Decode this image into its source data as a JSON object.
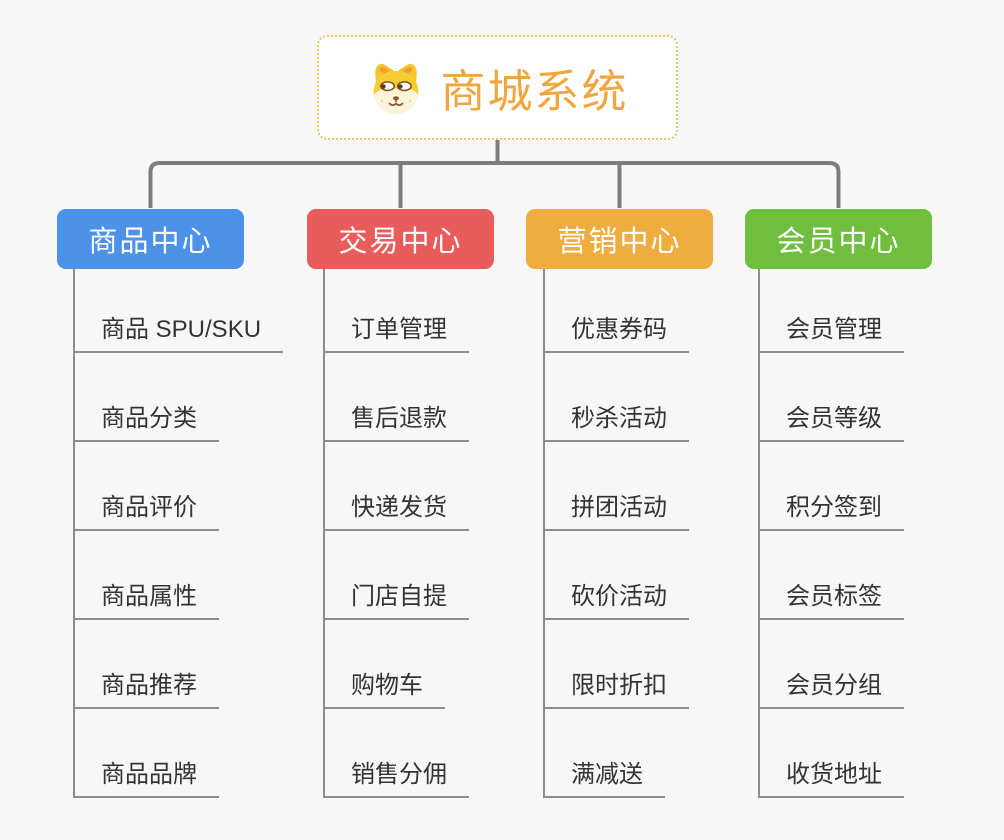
{
  "root": {
    "title": "商城系统",
    "icon": "dog-face-icon"
  },
  "branches": [
    {
      "label": "商品中心",
      "color": "#4c92e9",
      "items": [
        "商品 SPU/SKU",
        "商品分类",
        "商品评价",
        "商品属性",
        "商品推荐",
        "商品品牌"
      ]
    },
    {
      "label": "交易中心",
      "color": "#e85c5c",
      "items": [
        "订单管理",
        "售后退款",
        "快递发货",
        "门店自提",
        "购物车",
        "销售分佣"
      ]
    },
    {
      "label": "营销中心",
      "color": "#efad3f",
      "items": [
        "优惠券码",
        "秒杀活动",
        "拼团活动",
        "砍价活动",
        "限时折扣",
        "满减送"
      ]
    },
    {
      "label": "会员中心",
      "color": "#6fbe3e",
      "items": [
        "会员管理",
        "会员等级",
        "积分签到",
        "会员标签",
        "会员分组",
        "收货地址"
      ]
    }
  ],
  "style": {
    "root_accent": "#f0a63e",
    "root_border": "#f2c066",
    "connector_color": "#7d7d7d",
    "leaf_line_color": "#8d8d8d",
    "leaf_text_color": "#333333",
    "background": "#f7f7f7"
  }
}
